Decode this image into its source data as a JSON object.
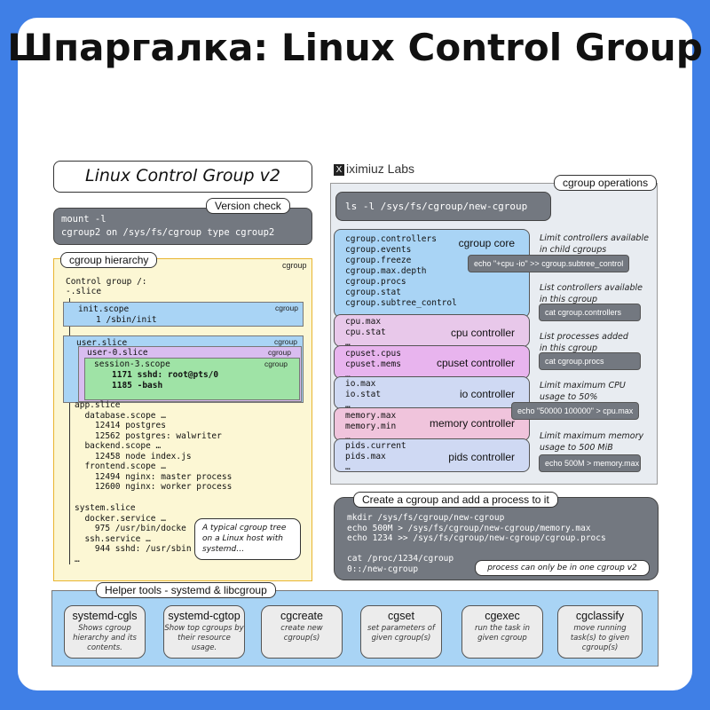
{
  "page_title": "Шпаргалка: Linux Control Group",
  "diagram_title": "Linux Control Group v2",
  "brand": {
    "logo_mark": "X",
    "name": "iximiuz Labs"
  },
  "version_check": {
    "label": "Version check",
    "line1": "mount -l",
    "line2": "cgroup2 on /sys/fs/cgroup type cgroup2"
  },
  "hierarchy": {
    "label": "cgroup hierarchy",
    "cgroup_tag": "cgroup",
    "root_line1": "Control group /:",
    "root_line2": "-.slice",
    "init_scope": {
      "name": "init.scope",
      "tag": "cgroup",
      "process": "1 /sbin/init"
    },
    "user_slice": {
      "name": "user.slice",
      "tag": "cgroup"
    },
    "user_0_slice": {
      "name": "user-0.slice",
      "tag": "cgroup"
    },
    "session_scope": {
      "name": "session-3.scope",
      "tag": "cgroup",
      "process1": "1171 sshd: root@pts/0",
      "process2": "1185 -bash"
    },
    "app_slice_text": "app.slice\n  database.scope …\n    12414 postgres\n    12562 postgres: walwriter\n  backend.scope …\n    12458 node index.js\n  frontend.scope …\n    12494 nginx: master process\n    12600 nginx: worker process",
    "system_slice_text": "system.slice\n  docker.service …\n    975 /usr/bin/docke\n  ssh.service …\n    944 sshd: /usr/sbin\n…",
    "callout": "A typical cgroup tree on a Linux host with systemd…"
  },
  "operations": {
    "label": "cgroup operations",
    "ls_command": "ls -l /sys/fs/cgroup/new-cgroup",
    "controllers": [
      {
        "name": "cgroup core",
        "color": "#a9d4f5",
        "lines": "cgroup.controllers\ncgroup.events\ncgroup.freeze\ncgroup.max.depth\ncgroup.procs\ncgroup.stat\ncgroup.subtree_control\n…"
      },
      {
        "name": "cpu controller",
        "color": "#e8c8ea",
        "lines": "cpu.max\ncpu.stat\n…"
      },
      {
        "name": "cpuset controller",
        "color": "#e8b4ee",
        "lines": "cpuset.cpus\ncpuset.mems\n…"
      },
      {
        "name": "io controller",
        "color": "#cfd9f3",
        "lines": "io.max\nio.stat\n…"
      },
      {
        "name": "memory controller",
        "color": "#f0c4dc",
        "lines": "memory.max\nmemory.min\n…"
      },
      {
        "name": "pids controller",
        "color": "#cfd9f3",
        "lines": "pids.current\npids.max\n…"
      }
    ],
    "tips": [
      {
        "text": "Limit controllers available in child cgroups",
        "command": "echo \"+cpu -io\" >> cgroup.subtree_control"
      },
      {
        "text": "List controllers available in this cgroup",
        "command": "cat cgroup.controllers"
      },
      {
        "text": "List processes added in this cgroup",
        "command": "cat cgroup.procs"
      },
      {
        "text": "Limit maximum CPU usage to 50%",
        "command": "echo \"50000 100000\" > cpu.max"
      },
      {
        "text": "Limit maximum memory usage to 500 MiB",
        "command": "echo 500M > memory.max"
      }
    ]
  },
  "create": {
    "label": "Create a cgroup and add a process to it",
    "lines": "mkdir /sys/fs/cgroup/new-cgroup\necho 500M > /sys/fs/cgroup/new-cgroup/memory.max\necho 1234 >> /sys/fs/cgroup/new-cgroup/cgroup.procs\n\ncat /proc/1234/cgroup\n0::/new-cgroup",
    "note": "process can only be in one cgroup v2"
  },
  "helpers": {
    "label": "Helper tools - systemd & libcgroup",
    "tools": [
      {
        "name": "systemd-cgls",
        "desc": "Shows cgroup hierarchy and its contents."
      },
      {
        "name": "systemd-cgtop",
        "desc": "Show top cgroups by their resource usage."
      },
      {
        "name": "cgcreate",
        "desc": "create new cgroup(s)"
      },
      {
        "name": "cgset",
        "desc": "set parameters of given cgroup(s)"
      },
      {
        "name": "cgexec",
        "desc": "run the task in given cgroup"
      },
      {
        "name": "cgclassify",
        "desc": "move running task(s) to given cgroup(s)"
      }
    ]
  }
}
